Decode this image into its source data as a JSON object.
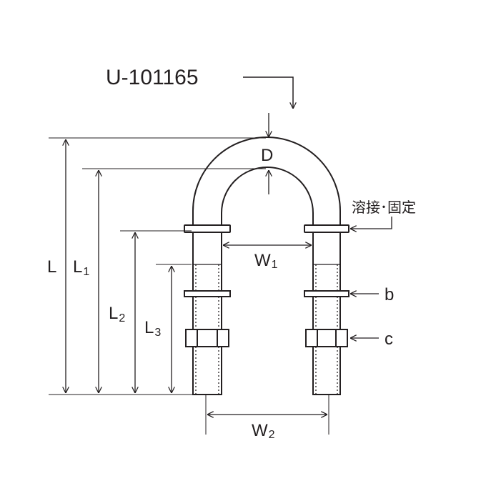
{
  "part_number": "U-101165",
  "labels": {
    "L": "L",
    "L1": {
      "main": "L",
      "sub": "1"
    },
    "L2": {
      "main": "L",
      "sub": "2"
    },
    "L3": {
      "main": "L",
      "sub": "3"
    },
    "D": "D",
    "W1": {
      "main": "W",
      "sub": "1"
    },
    "W2": {
      "main": "W",
      "sub": "2"
    },
    "weld": "溶接･固定",
    "b": "b",
    "c": "c"
  },
  "colors": {
    "line": "#231f20",
    "background": "#ffffff"
  }
}
